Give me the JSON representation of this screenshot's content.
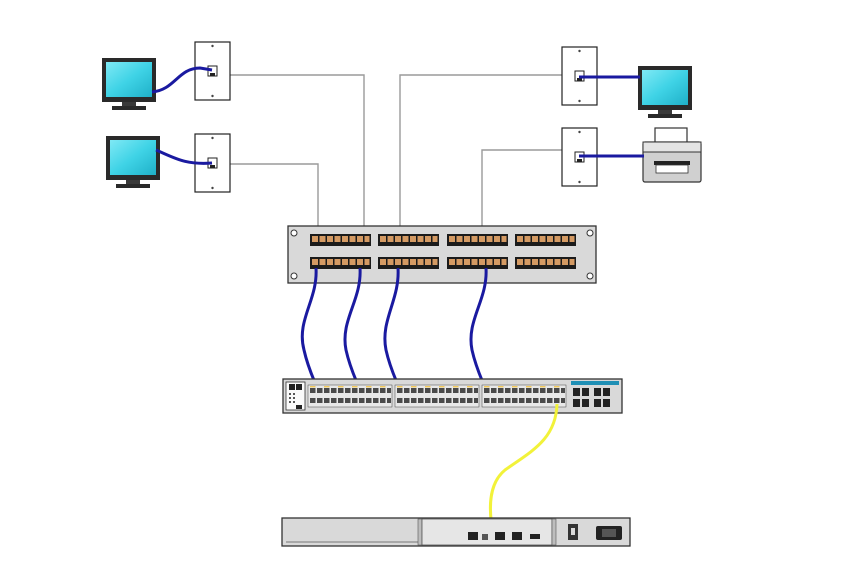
{
  "diagram": {
    "background": "#ffffff",
    "colors": {
      "screen": "#3fd3e6",
      "device_dark": "#333333",
      "panel_fill": "#d9d9d9",
      "cable_horizontal": "#9a9a9a",
      "patch_cable": "#1a1aa0",
      "uplink_cable": "#f2f23a",
      "wall_plate": "#ffffff"
    },
    "nodes": [
      {
        "id": "workstation-1",
        "kind": "computer-monitor",
        "icon": "monitor-icon"
      },
      {
        "id": "workstation-2",
        "kind": "computer-monitor",
        "icon": "monitor-icon"
      },
      {
        "id": "workstation-3",
        "kind": "computer-monitor",
        "icon": "monitor-icon"
      },
      {
        "id": "printer-1",
        "kind": "printer",
        "icon": "printer-icon"
      },
      {
        "id": "wall-jack-1",
        "kind": "wall-plate",
        "icon": "wall-jack-icon"
      },
      {
        "id": "wall-jack-2",
        "kind": "wall-plate",
        "icon": "wall-jack-icon"
      },
      {
        "id": "wall-jack-3",
        "kind": "wall-plate",
        "icon": "wall-jack-icon"
      },
      {
        "id": "wall-jack-4",
        "kind": "wall-plate",
        "icon": "wall-jack-icon"
      },
      {
        "id": "patch-panel",
        "kind": "patch-panel",
        "icon": "patch-panel-icon"
      },
      {
        "id": "switch",
        "kind": "network-switch",
        "icon": "switch-icon"
      },
      {
        "id": "router",
        "kind": "router",
        "icon": "router-icon"
      }
    ],
    "links": [
      {
        "from": "workstation-1",
        "to": "wall-jack-1",
        "cable": "patch"
      },
      {
        "from": "workstation-2",
        "to": "wall-jack-2",
        "cable": "patch"
      },
      {
        "from": "workstation-3",
        "to": "wall-jack-3",
        "cable": "patch"
      },
      {
        "from": "printer-1",
        "to": "wall-jack-4",
        "cable": "patch"
      },
      {
        "from": "wall-jack-1",
        "to": "patch-panel",
        "cable": "horizontal"
      },
      {
        "from": "wall-jack-2",
        "to": "patch-panel",
        "cable": "horizontal"
      },
      {
        "from": "wall-jack-3",
        "to": "patch-panel",
        "cable": "horizontal"
      },
      {
        "from": "wall-jack-4",
        "to": "patch-panel",
        "cable": "horizontal"
      },
      {
        "from": "patch-panel",
        "to": "switch",
        "cable": "patch",
        "count": 4
      },
      {
        "from": "switch",
        "to": "router",
        "cable": "uplink"
      }
    ]
  }
}
